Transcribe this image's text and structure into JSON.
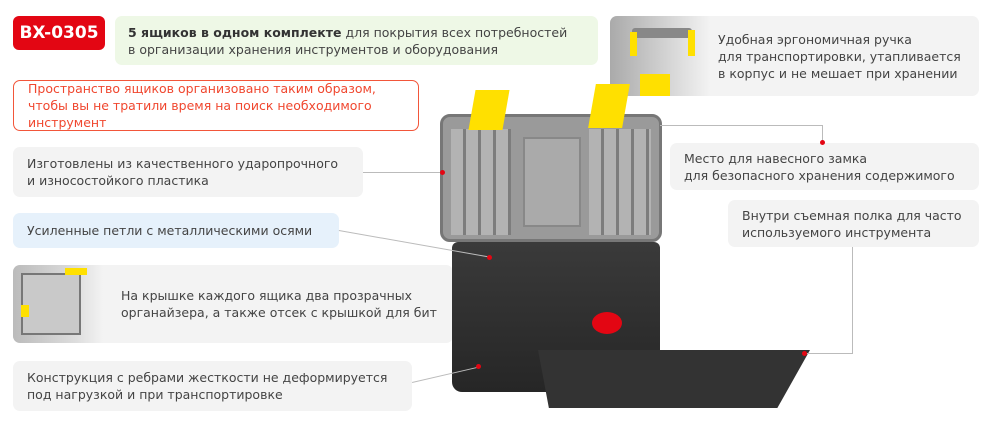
{
  "model": "BX-0305",
  "headline": {
    "bold": "5 ящиков в одном комплекте",
    "rest": " для покрытия всех потребностей",
    "line2": "в организации хранения инструментов и оборудования"
  },
  "highlight": {
    "line1": "Пространство ящиков организовано таким образом,",
    "line2": "чтобы вы не тратили время на поиск необходимого инструмент"
  },
  "features": {
    "plastic": {
      "line1": "Изготовлены из качественного ударопрочного",
      "line2": "и износостойкого пластика"
    },
    "hinges": {
      "line1": "Усиленные петли с металлическими осями"
    },
    "organizers": {
      "line1": "На крышке каждого ящика два прозрачных",
      "line2": "органайзера, а также отсек с крышкой для бит"
    },
    "ribs": {
      "line1": "Конструкция с ребрами жесткости не деформируется",
      "line2": "под нагрузкой и при транспортировке"
    },
    "handle": {
      "line1": "Удобная эргономичная ручка",
      "line2": "для транспортировки, утапливается",
      "line3": "в корпус и не мешает при хранении"
    },
    "lock": {
      "line1": "Место для навесного замка",
      "line2": "для безопасного хранения содержимого"
    },
    "shelf": {
      "line1": "Внутри съемная полка для часто",
      "line2": "используемого инструмента"
    }
  },
  "colors": {
    "brand": "#e30613",
    "latch": "#ffe000",
    "lid": "#9a9a9a",
    "body": "#2e2e2e"
  }
}
